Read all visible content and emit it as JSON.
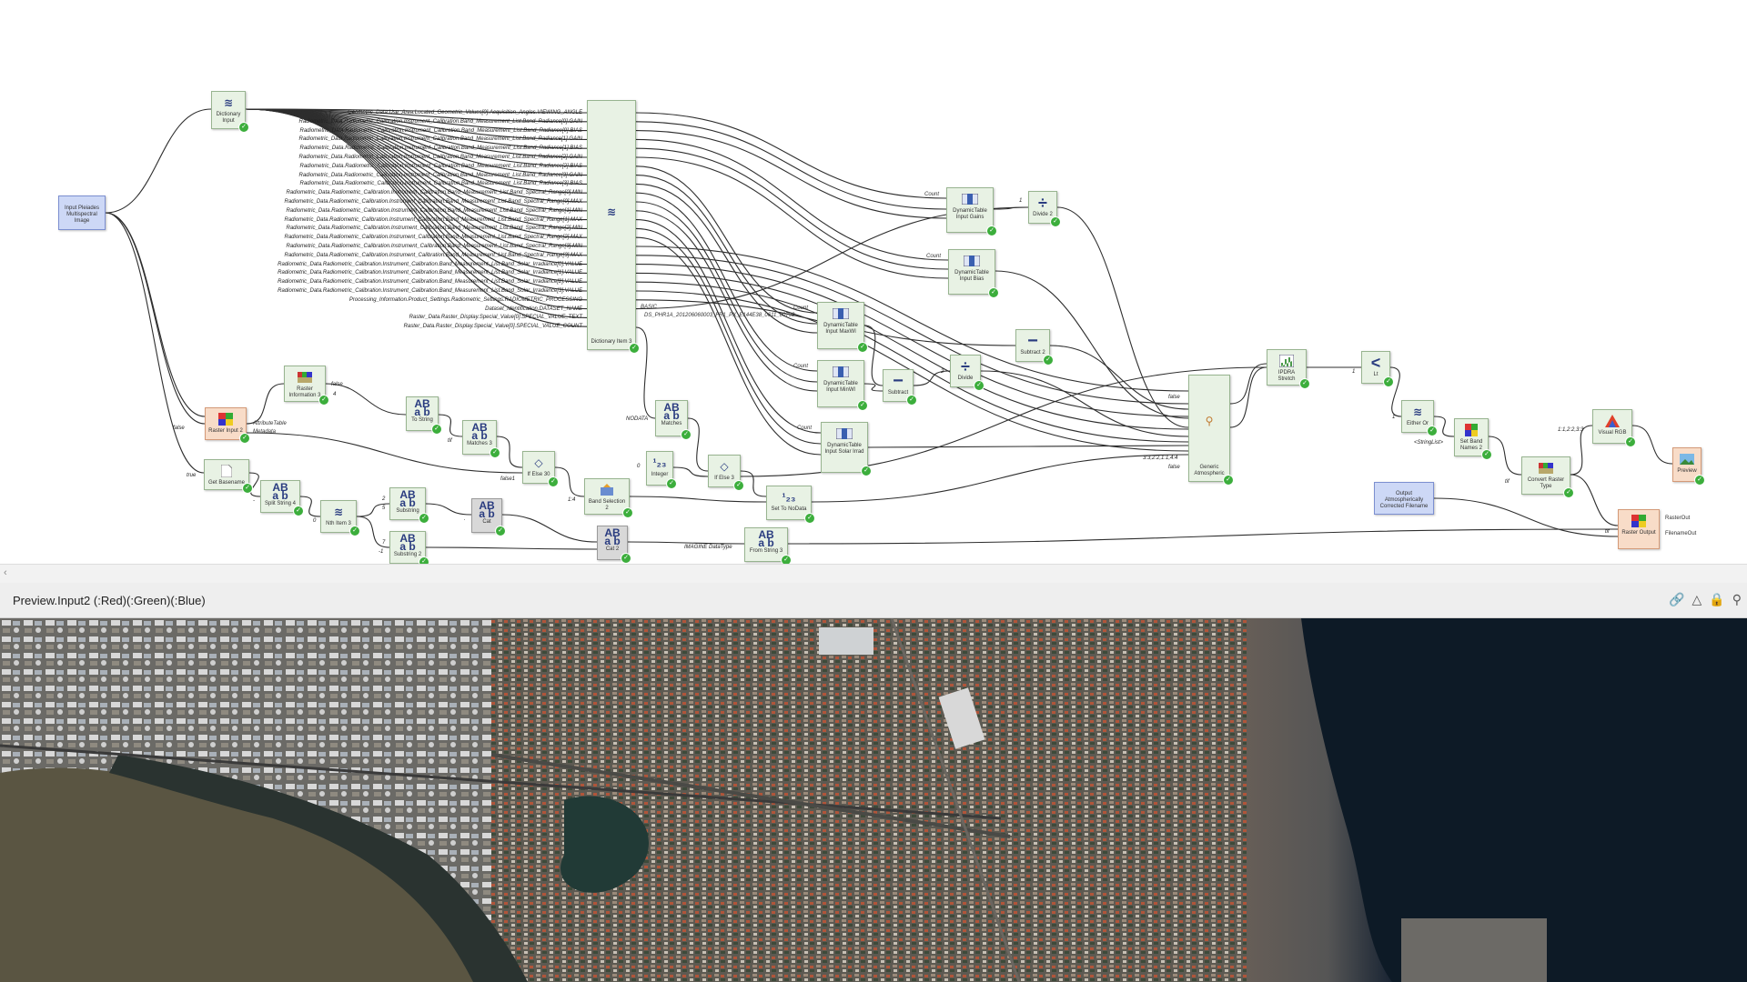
{
  "nodes": {
    "input_pleiades": {
      "label": "Input Pleiades Multispectral Image"
    },
    "dictionary_input": {
      "label": "Dictionary Input"
    },
    "dictionary_item3": {
      "label": "Dictionary Item 3"
    },
    "raster_input2": {
      "label": "Raster Input 2"
    },
    "raster_info3": {
      "label": "Raster Information 3"
    },
    "get_basename": {
      "label": "Get Basename"
    },
    "split_string4": {
      "label": "Split String 4"
    },
    "nth_item3": {
      "label": "Nth Item 3"
    },
    "substring": {
      "label": "Substring"
    },
    "substring2": {
      "label": "Substring 2"
    },
    "cat": {
      "label": "Cat"
    },
    "cat2": {
      "label": "Cat 2"
    },
    "to_string": {
      "label": "To String"
    },
    "matches3": {
      "label": "Matches 3"
    },
    "matches": {
      "label": "Matches"
    },
    "else30": {
      "label": "If Else 30"
    },
    "else3": {
      "label": "If Else 3"
    },
    "band_selection2": {
      "label": "Band Selection 2"
    },
    "integer": {
      "label": "Integer"
    },
    "set_to_nodata": {
      "label": "Set To NoData"
    },
    "from_string3": {
      "label": "From String 3"
    },
    "dyn_gains": {
      "label": "DynamicTable Input Gains"
    },
    "dyn_bias": {
      "label": "DynamicTable Input Bias"
    },
    "divide2": {
      "label": "Divide 2"
    },
    "dyn_maxwl": {
      "label": "DynamicTable Input MaxWl"
    },
    "dyn_minwl": {
      "label": "DynamicTable Input MinWl"
    },
    "dyn_solar": {
      "label": "DynamicTable Input Solar Irrad"
    },
    "subtract": {
      "label": "Subtract"
    },
    "divide": {
      "label": "Divide"
    },
    "subtract2": {
      "label": "Subtract 2"
    },
    "generic_atmos": {
      "label": "Generic Atmospheric"
    },
    "ipdra": {
      "label": "IPDRA Stretch"
    },
    "lt": {
      "label": "Lt"
    },
    "either_or": {
      "label": "Either Or"
    },
    "set_band_names2": {
      "label": "Set Band Names 2"
    },
    "convert_raster_type": {
      "label": "Convert Raster Type"
    },
    "visual_rgb": {
      "label": "Visual RGB"
    },
    "preview": {
      "label": "Preview"
    },
    "output_filename": {
      "label": "Output Atmospherically Corrected Filename"
    },
    "raster_output": {
      "label": "Raster Output"
    }
  },
  "dictionary_keys": [
    "Geometric_Data.Use_Area.Located_Geometric_Values[0].Acquisition_Angles.VIEWING_ANGLE",
    "Radiometric_Data.Radiometric_Calibration.Instrument_Calibration.Band_Measurement_List.Band_Radiance[0].GAIN",
    "Radiometric_Data.Radiometric_Calibration.Instrument_Calibration.Band_Measurement_List.Band_Radiance[0].BIAS",
    "Radiometric_Data.Radiometric_Calibration.Instrument_Calibration.Band_Measurement_List.Band_Radiance[1].GAIN",
    "Radiometric_Data.Radiometric_Calibration.Instrument_Calibration.Band_Measurement_List.Band_Radiance[1].BIAS",
    "Radiometric_Data.Radiometric_Calibration.Instrument_Calibration.Band_Measurement_List.Band_Radiance[2].GAIN",
    "Radiometric_Data.Radiometric_Calibration.Instrument_Calibration.Band_Measurement_List.Band_Radiance[2].BIAS",
    "Radiometric_Data.Radiometric_Calibration.Instrument_Calibration.Band_Measurement_List.Band_Radiance[3].GAIN",
    "Radiometric_Data.Radiometric_Calibration.Instrument_Calibration.Band_Measurement_List.Band_Radiance[3].BIAS",
    "Radiometric_Data.Radiometric_Calibration.Instrument_Calibration.Band_Measurement_List.Band_Spectral_Range[0].MIN",
    "Radiometric_Data.Radiometric_Calibration.Instrument_Calibration.Band_Measurement_List.Band_Spectral_Range[0].MAX",
    "Radiometric_Data.Radiometric_Calibration.Instrument_Calibration.Band_Measurement_List.Band_Spectral_Range[1].MIN",
    "Radiometric_Data.Radiometric_Calibration.Instrument_Calibration.Band_Measurement_List.Band_Spectral_Range[1].MAX",
    "Radiometric_Data.Radiometric_Calibration.Instrument_Calibration.Band_Measurement_List.Band_Spectral_Range[2].MIN",
    "Radiometric_Data.Radiometric_Calibration.Instrument_Calibration.Band_Measurement_List.Band_Spectral_Range[2].MAX",
    "Radiometric_Data.Radiometric_Calibration.Instrument_Calibration.Band_Measurement_List.Band_Spectral_Range[3].MIN",
    "Radiometric_Data.Radiometric_Calibration.Instrument_Calibration.Band_Measurement_List.Band_Spectral_Range[3].MAX",
    "Radiometric_Data.Radiometric_Calibration.Instrument_Calibration.Band_Measurement_List.Band_Solar_Irradiance[0].VALUE",
    "Radiometric_Data.Radiometric_Calibration.Instrument_Calibration.Band_Measurement_List.Band_Solar_Irradiance[1].VALUE",
    "Radiometric_Data.Radiometric_Calibration.Instrument_Calibration.Band_Measurement_List.Band_Solar_Irradiance[2].VALUE",
    "Radiometric_Data.Radiometric_Calibration.Instrument_Calibration.Band_Measurement_List.Band_Solar_Irradiance[3].VALUE",
    "Processing_Information.Product_Settings.Radiometric_Settings.RADIOMETRIC_PROCESSING",
    "Dataset_Identification.DATASET_NAME",
    "Raster_Data.Raster_Display.Special_Value[0].SPECIAL_VALUE_TEXT",
    "Raster_Data.Raster_Display.Special_Value[0].SPECIAL_VALUE_COUNT"
  ],
  "port_labels": {
    "basic": "BASIC",
    "dataset_name": "DS_PHR1A_201206060003_FR1_PX_E144E38_0611_00798",
    "count": "Count",
    "false": "false",
    "true": "true",
    "attribute_table": "AttributeTable",
    "metadata": "Metadata",
    "nodata": "NODATA",
    "tif_a": "tif",
    "tif_b": "tif",
    "tif_c": "tif",
    "four": "4",
    "one": "1",
    "two": "2",
    "zero": "0",
    "five": "5",
    "seven": "7",
    "minus_one": "-1",
    "dash": "-",
    "dot": ".",
    "false1": "false1",
    "band_list": "1:4",
    "atmos_bands": "3:3,2:2,1:1,4:4",
    "visual_bands": "1:1,2:2,3:3",
    "imagine_datatype": "IMAGINE DataType",
    "string_list": "<StringList>",
    "raster_out": "RasterOut",
    "filename_out": "FilenameOut"
  },
  "preview": {
    "title": "Preview.Input2 (:Red)(:Green)(:Blue)"
  },
  "icons": [
    "link-icon",
    "warning-icon",
    "lock-icon",
    "pin-icon"
  ]
}
